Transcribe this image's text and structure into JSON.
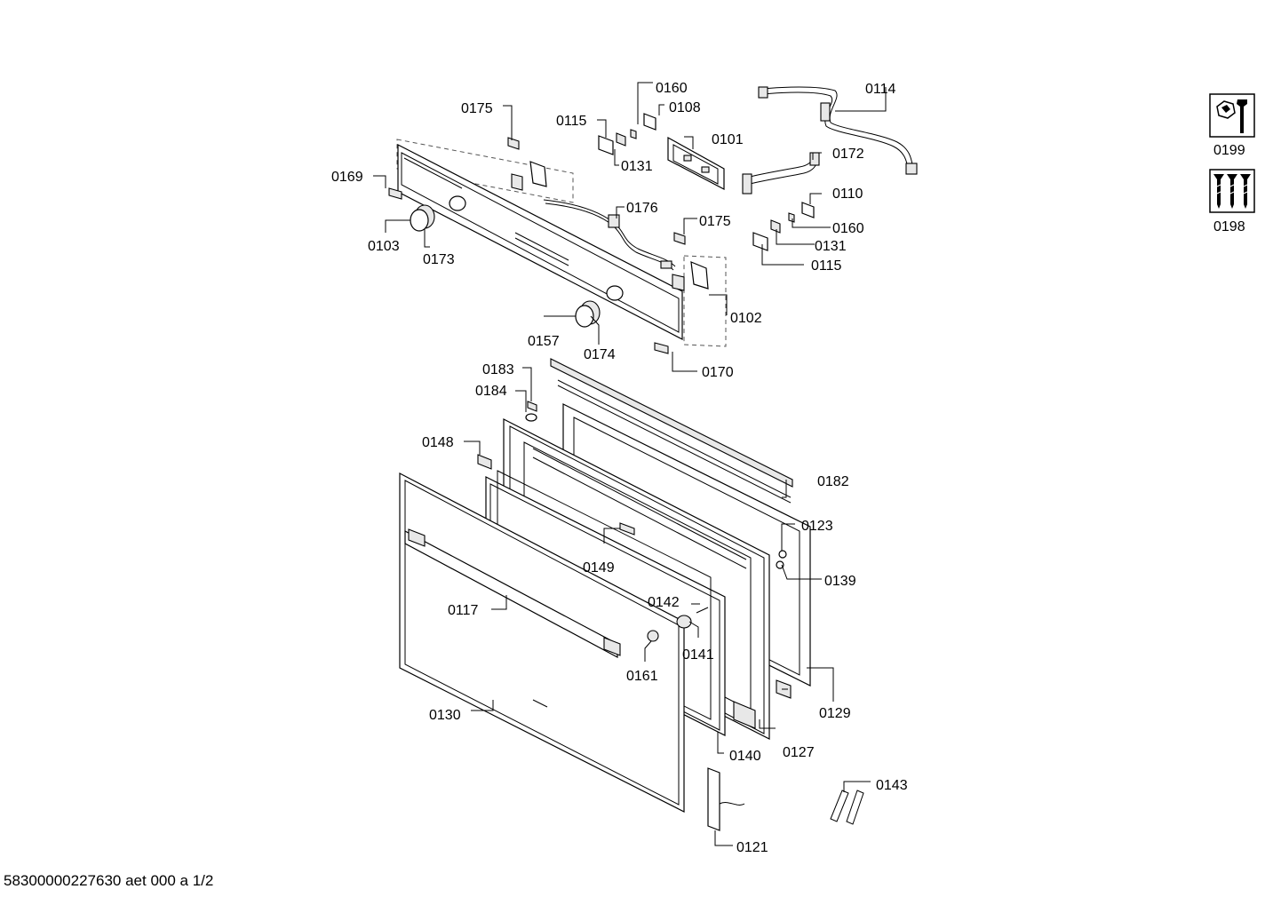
{
  "diagram": {
    "footer_text": "58300000227630 aet 000 a  1/2",
    "labels": {
      "l0160a": "0160",
      "l0108": "0108",
      "l0114": "0114",
      "l0175a": "0175",
      "l0115a": "0115",
      "l0101": "0101",
      "l0131a": "0131",
      "l0172": "0172",
      "l0169": "0169",
      "l0110": "0110",
      "l0176": "0176",
      "l0175b": "0175",
      "l0160b": "0160",
      "l0131b": "0131",
      "l0115b": "0115",
      "l0103": "0103",
      "l0173": "0173",
      "l0102": "0102",
      "l0157": "0157",
      "l0174": "0174",
      "l0170": "0170",
      "l0183": "0183",
      "l0184": "0184",
      "l0148": "0148",
      "l0182": "0182",
      "l0123": "0123",
      "l0149": "0149",
      "l0139": "0139",
      "l0117": "0117",
      "l0142": "0142",
      "l0141": "0141",
      "l0161": "0161",
      "l0129": "0129",
      "l0130": "0130",
      "l0127": "0127",
      "l0140": "0140",
      "l0143": "0143",
      "l0121": "0121"
    },
    "accessories": [
      {
        "icon": "wrench-nut-icon",
        "label": "0199"
      },
      {
        "icon": "screws-icon",
        "label": "0198"
      }
    ]
  }
}
